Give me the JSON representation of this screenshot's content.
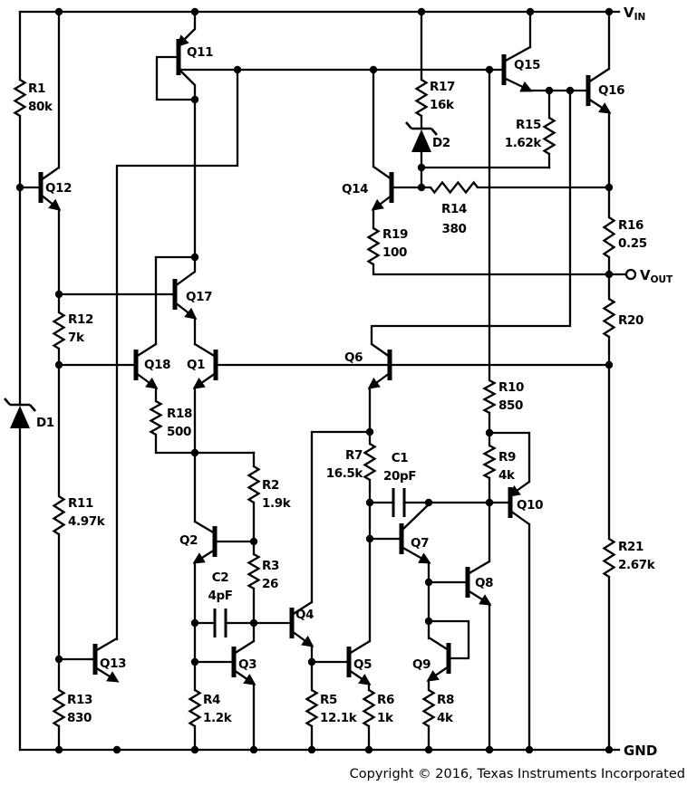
{
  "terminals": {
    "vin": {
      "main": "V",
      "sub": "IN"
    },
    "vout": {
      "main": "V",
      "sub": "OUT"
    },
    "gnd": {
      "label": "GND"
    }
  },
  "transistors": {
    "Q1": "Q1",
    "Q2": "Q2",
    "Q3": "Q3",
    "Q4": "Q4",
    "Q5": "Q5",
    "Q6": "Q6",
    "Q7": "Q7",
    "Q8": "Q8",
    "Q9": "Q9",
    "Q10": "Q10",
    "Q11": "Q11",
    "Q12": "Q12",
    "Q13": "Q13",
    "Q14": "Q14",
    "Q15": "Q15",
    "Q16": "Q16",
    "Q17": "Q17",
    "Q18": "Q18"
  },
  "resistors": {
    "R1": {
      "ref": "R1",
      "value": "80k"
    },
    "R2": {
      "ref": "R2",
      "value": "1.9k"
    },
    "R3": {
      "ref": "R3",
      "value": "26"
    },
    "R4": {
      "ref": "R4",
      "value": "1.2k"
    },
    "R5": {
      "ref": "R5",
      "value": "12.1k"
    },
    "R6": {
      "ref": "R6",
      "value": "1k"
    },
    "R7": {
      "ref": "R7",
      "value": "16.5k"
    },
    "R8": {
      "ref": "R8",
      "value": "4k"
    },
    "R9": {
      "ref": "R9",
      "value": "4k"
    },
    "R10": {
      "ref": "R10",
      "value": "850"
    },
    "R11": {
      "ref": "R11",
      "value": "4.97k"
    },
    "R12": {
      "ref": "R12",
      "value": "7k"
    },
    "R13": {
      "ref": "R13",
      "value": "830"
    },
    "R14": {
      "ref": "R14",
      "value": "380"
    },
    "R15": {
      "ref": "R15",
      "value": "1.62k"
    },
    "R16": {
      "ref": "R16",
      "value": "0.25"
    },
    "R17": {
      "ref": "R17",
      "value": "16k"
    },
    "R18": {
      "ref": "R18",
      "value": "500"
    },
    "R19": {
      "ref": "R19",
      "value": "100"
    },
    "R20": {
      "ref": "R20",
      "value": ""
    },
    "R21": {
      "ref": "R21",
      "value": "2.67k"
    }
  },
  "capacitors": {
    "C1": {
      "ref": "C1",
      "value": "20pF"
    },
    "C2": {
      "ref": "C2",
      "value": "4pF"
    }
  },
  "diodes": {
    "D1": {
      "ref": "D1"
    },
    "D2": {
      "ref": "D2"
    }
  },
  "footer": {
    "copyright": "Copyright © 2016, Texas Instruments Incorporated"
  },
  "colors": {
    "ink": "#000000",
    "background": "#ffffff"
  }
}
